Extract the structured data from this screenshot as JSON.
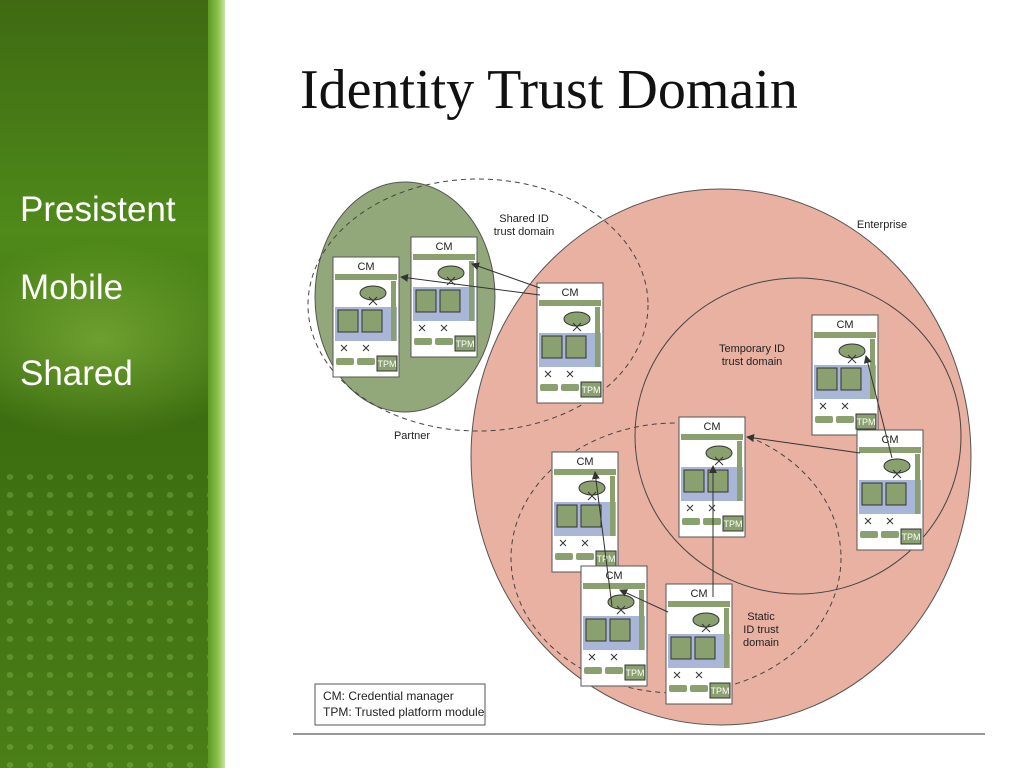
{
  "slide": {
    "title": "Identity Trust Domain",
    "sidebar_items": [
      "Presistent",
      "Mobile",
      "Shared"
    ]
  },
  "diagram": {
    "domain_labels": {
      "shared_line1": "Shared ID",
      "shared_line2": "trust domain",
      "enterprise": "Enterprise",
      "partner": "Partner",
      "temporary_line1": "Temporary ID",
      "temporary_line2": "trust domain",
      "static_line1": "Static",
      "static_line2": "ID trust",
      "static_line3": "domain"
    },
    "device_labels": {
      "cm": "CM",
      "tpm": "TPM"
    },
    "legend": {
      "line1": "CM: Credential manager",
      "line2": "TPM: Trusted platform module"
    },
    "colors": {
      "partner_fill": "#93a87a",
      "enterprise_fill": "#e8b1a2",
      "device_green": "#8aa06e",
      "device_blue": "#aab6d8"
    }
  }
}
